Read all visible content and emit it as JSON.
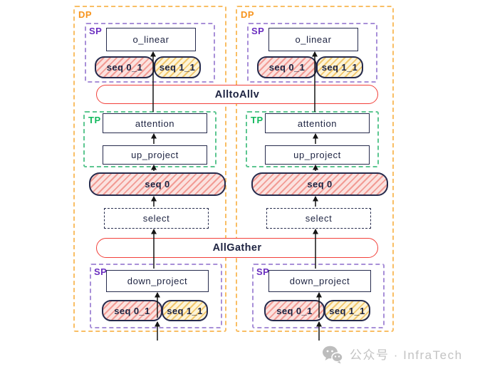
{
  "groups": {
    "dp": "DP",
    "sp": "SP",
    "tp": "TP"
  },
  "blocks": {
    "o_linear": "o_linear",
    "attention": "attention",
    "up_project": "up_project",
    "down_project": "down_project",
    "select": "select"
  },
  "sequences": {
    "seq_0_1": "seq 0_1",
    "seq_1_1": "seq 1_1",
    "seq_0": "seq 0"
  },
  "comm_ops": {
    "all_to_all": "AlltoAllv",
    "all_gather": "AllGather"
  },
  "colors": {
    "dp_border": "#F9BE64",
    "dp_label": "#F7941D",
    "sp_border": "#A88FD8",
    "sp_label": "#6B2FC0",
    "tp_border": "#5CC690",
    "tp_label": "#12B95D",
    "comm_border": "#F2403A",
    "box_border": "#262B4D",
    "seq_red_stripe": "#F29B94",
    "seq_red_bg": "#FBE2DF",
    "seq_yellow_stripe": "#F2C76D",
    "seq_yellow_bg": "#FDF4D8",
    "arrow": "#141414",
    "watermark": "#C3C3C3"
  },
  "watermark": {
    "text": "公众号 · InfraTech"
  }
}
